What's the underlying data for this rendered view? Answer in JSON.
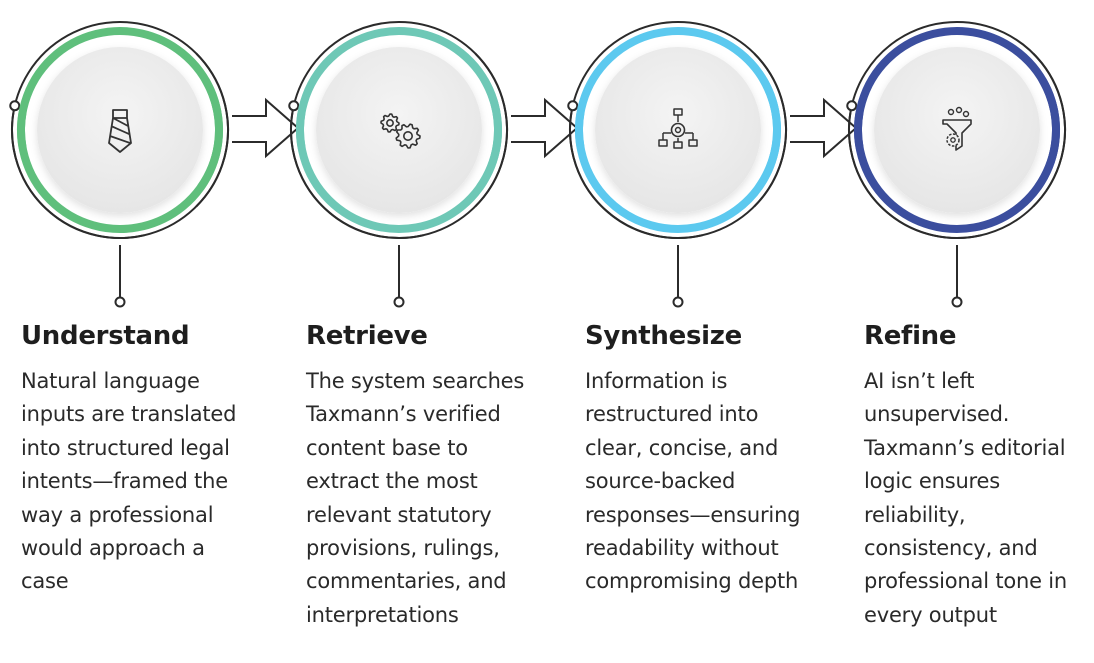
{
  "steps": [
    {
      "title": "Understand",
      "description": "Natural language inputs are translated into structured legal intents—framed the way a professional would approach a case",
      "accent_color": "#5fbf7c",
      "icon": "tie-icon"
    },
    {
      "title": "Retrieve",
      "description": "The system searches Taxmann’s verified content base to extract the most relevant statutory provisions, rulings, commentaries, and interpretations",
      "accent_color": "#6ec8b6",
      "icon": "gears-icon"
    },
    {
      "title": "Synthesize",
      "description": "Information is restructured into clear, concise, and source-backed responses—ensuring readability without compromising depth",
      "accent_color": "#5cc9ef",
      "icon": "flowchart-icon"
    },
    {
      "title": "Refine",
      "description": "AI isn’t left unsupervised. Taxmann’s editorial logic ensures reliability, consistency, and professional tone in every output",
      "accent_color": "#3b4e9e",
      "icon": "funnel-gear-icon"
    }
  ]
}
